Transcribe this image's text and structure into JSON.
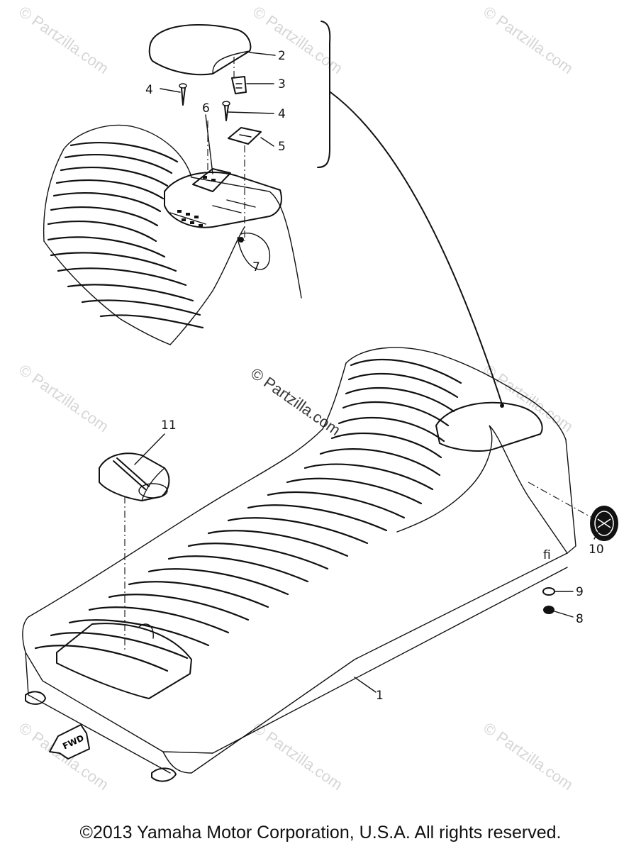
{
  "watermark": {
    "text": "© Partzilla.com"
  },
  "callouts": {
    "c1": "1",
    "c2": "2",
    "c3": "3",
    "c4a": "4",
    "c4b": "4",
    "c5": "5",
    "c6": "6",
    "c7": "7",
    "c8": "8",
    "c9": "9",
    "c10": "10",
    "c11": "11"
  },
  "fwd_label": "FWD",
  "copyright": "©2013 Yamaha Motor Corporation, U.S.A. All rights reserved."
}
